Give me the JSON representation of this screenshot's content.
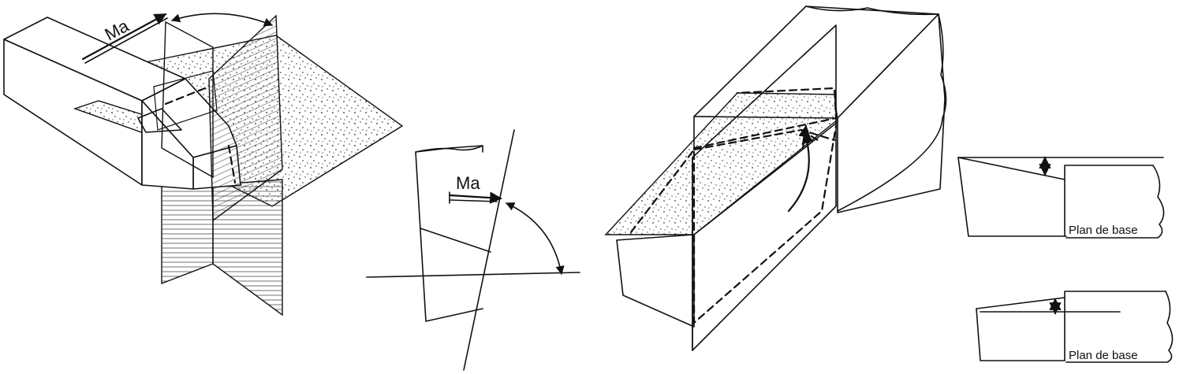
{
  "labels": {
    "moment_fig1": "Ma",
    "moment_fig2": "Ma",
    "base_plane_top": "Plan de base",
    "base_plane_bottom": "Plan de base"
  },
  "colors": {
    "ink": "#111111",
    "paper": "#ffffff",
    "stipple": "#222222"
  }
}
